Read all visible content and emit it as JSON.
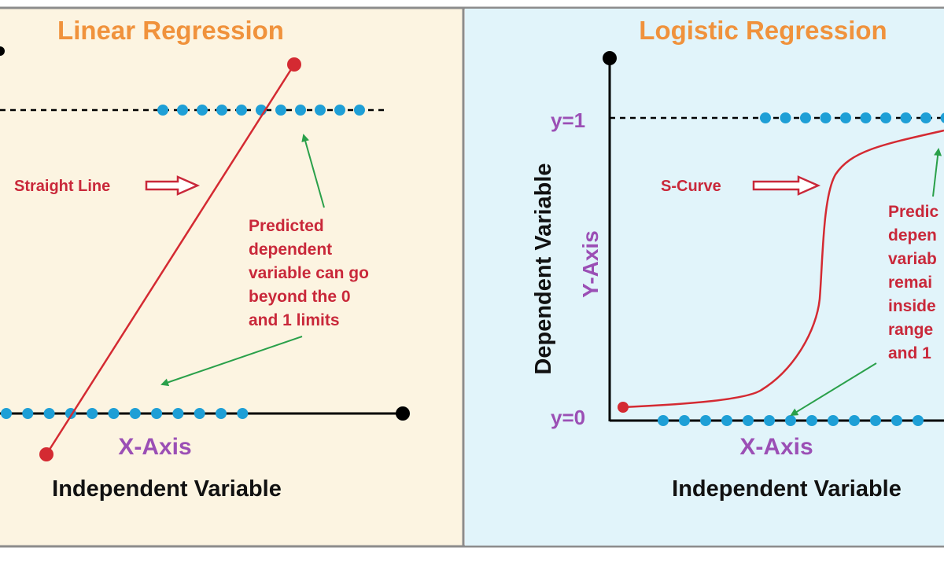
{
  "colors": {
    "left_bg": "#fcf4e1",
    "right_bg": "#e1f4fa",
    "title": "#f0923c",
    "axis_label": "#9b4fb5",
    "annotation": "#c9283a",
    "curve": "#d42a32",
    "dot": "#1e9fd6",
    "arrow_green": "#2aa04a",
    "frame": "#8c8c8c"
  },
  "linear": {
    "title": "Linear Regression",
    "x_axis_label": "X-Axis",
    "x_caption": "Independent Variable",
    "line_label": "Straight Line",
    "note_lines": [
      "Predicted",
      "dependent",
      "variable can go",
      "beyond the 0",
      "and 1 limits"
    ]
  },
  "logistic": {
    "title": "Logistic Regression",
    "y_axis_label": "Y-Axis",
    "y_caption": "Dependent Variable",
    "x_axis_label": "X-Axis",
    "x_caption": "Independent Variable",
    "y1_label": "y=1",
    "y0_label": "y=0",
    "curve_label": "S-Curve",
    "note_lines": [
      "Predic",
      "depen",
      "variab",
      "remai",
      "inside",
      "range",
      "and 1"
    ]
  }
}
